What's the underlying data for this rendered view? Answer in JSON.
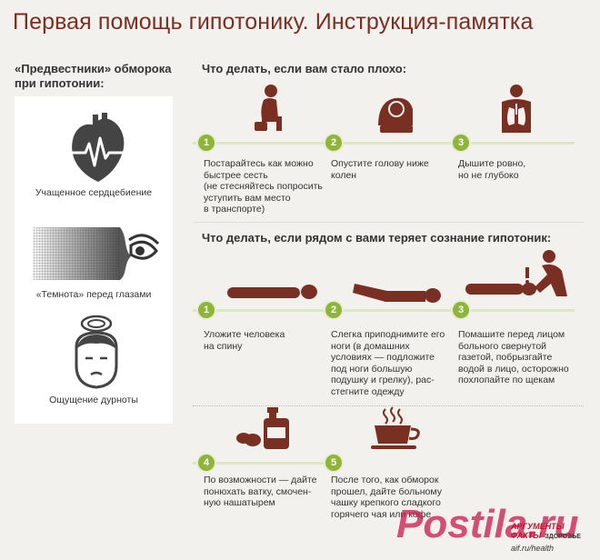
{
  "title": "Первая помощь гипотонику. Инструкция-памятка",
  "left": {
    "heading1": "«Предвестники» обморока",
    "heading2": "при гипотонии:",
    "items": [
      {
        "icon": "heart-icon",
        "label": "Учащенное сердцебиение"
      },
      {
        "icon": "darkness-eye-icon",
        "label": "«Темнота» перед глазами"
      },
      {
        "icon": "dizzy-face-icon",
        "label": "Ощущение дурноты"
      }
    ]
  },
  "section1": {
    "heading": "Что делать, если вам стало плохо:",
    "steps": [
      {
        "num": "1",
        "icon": "sitting-person-icon",
        "lines": [
          "Постарайтесь как можно",
          "быстрее сесть",
          "(не стесняйтесь попросить",
          "уступить вам место",
          "в транспорте)"
        ]
      },
      {
        "num": "2",
        "icon": "head-down-icon",
        "lines": [
          "Опустите голову ниже",
          "колен"
        ]
      },
      {
        "num": "3",
        "icon": "lungs-person-icon",
        "lines": [
          "Дышите ровно,",
          "но не глубоко"
        ]
      }
    ]
  },
  "section2": {
    "heading": "Что делать, если рядом с вами теряет сознание гипотоник:",
    "steps": [
      {
        "num": "1",
        "icon": "lying-person-icon",
        "lines": [
          "Уложите человека",
          "на спину"
        ]
      },
      {
        "num": "2",
        "icon": "legs-raised-icon",
        "lines": [
          "Слегка приподнимите его",
          "ноги (в домашних",
          "условиях — подложите",
          "под ноги большую",
          "подушку и грелку), рас-",
          "стегните одежду"
        ]
      },
      {
        "num": "3",
        "icon": "fanning-person-icon",
        "lines": [
          "Помашите перед лицом",
          "больного свернутой",
          "газетой, побрызгайте",
          "водой в лицо, осторожно",
          "похлопайте по щекам"
        ]
      },
      {
        "num": "4",
        "icon": "ammonia-bottle-icon",
        "lines": [
          "По возможности — дайте",
          "понюхать ватку, смочен-",
          "ную нашатырем"
        ]
      },
      {
        "num": "5",
        "icon": "tea-cup-icon",
        "lines": [
          "После того, как обморок",
          "прошел, дайте больному",
          "чашку крепкого сладкого",
          "горячего чая или кофе"
        ]
      }
    ]
  },
  "footer": {
    "brand1": "АРГУМЕНТЫ",
    "brand2": "ФАКТЫ",
    "brand3": "ЗДОРОВЬЕ",
    "url": "aif.ru/health",
    "watermark": "Postila.ru"
  },
  "colors": {
    "accent": "#7a2f23",
    "green": "#8fb43a",
    "icon": "#7a2f23",
    "dark": "#3a3a3a"
  }
}
